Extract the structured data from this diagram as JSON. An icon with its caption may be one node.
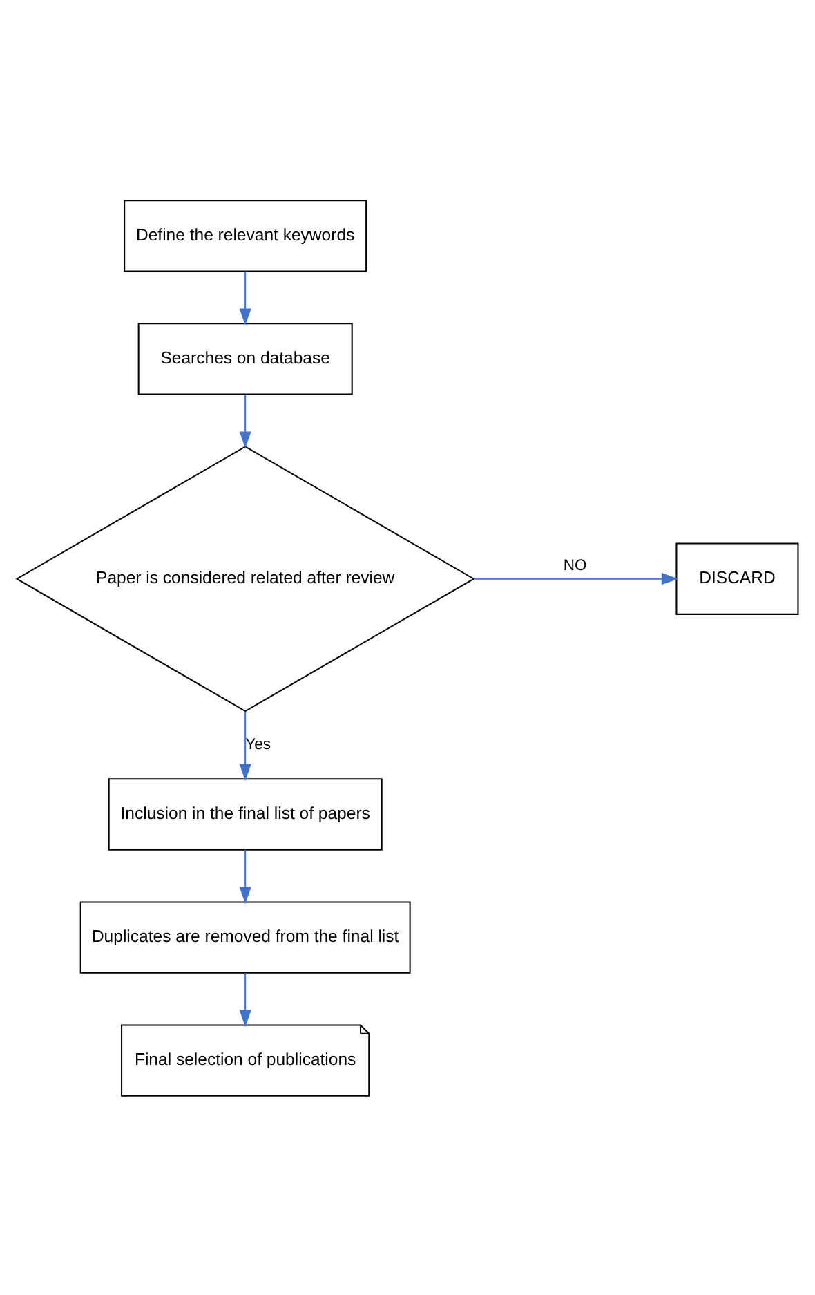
{
  "diagram": {
    "nodes": [
      {
        "text": [
          "Define the relevant keywords"
        ]
      },
      {
        "text": [
          "Searches on database"
        ]
      },
      {
        "text": [
          "Paper is considered related after review"
        ]
      },
      {
        "text": [
          "DISCARD"
        ]
      },
      {
        "text": [
          "Inclusion in the final list of papers"
        ]
      },
      {
        "text": [
          "Duplicates are removed from the final list"
        ]
      },
      {
        "text": [
          "Final selection of publications"
        ]
      }
    ],
    "edges": [
      {
        "from": 0,
        "to": 1,
        "arrow": "to"
      },
      {
        "from": 1,
        "to": 2,
        "arrow": "to"
      },
      {
        "from": 2,
        "to": 3,
        "arrow": "to",
        "label": "NO"
      },
      {
        "from": 2,
        "to": 4,
        "arrow": "to",
        "label": "Yes"
      },
      {
        "from": 4,
        "to": 5,
        "arrow": "to"
      },
      {
        "from": 5,
        "to": 6,
        "arrow": "to"
      }
    ]
  }
}
